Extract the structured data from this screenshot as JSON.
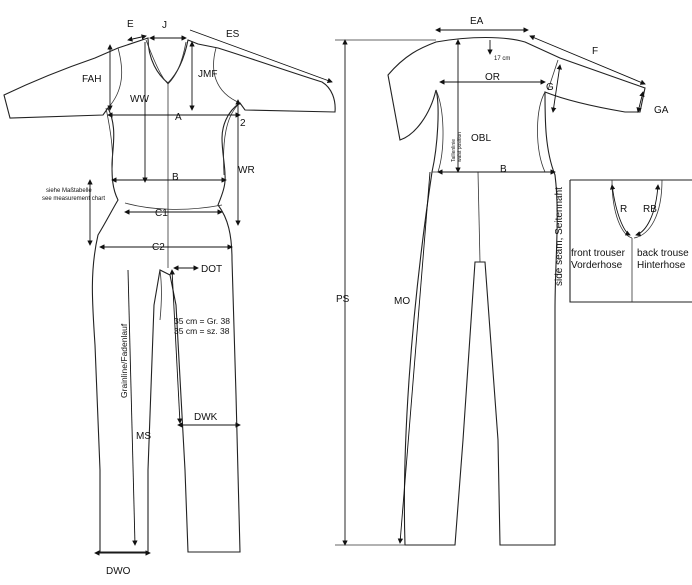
{
  "labels": {
    "E": "E",
    "J": "J",
    "ES": "ES",
    "FAH": "FAH",
    "WW": "WW",
    "JMF": "JMF",
    "A": "A",
    "n2": "2",
    "B": "B",
    "WR": "WR",
    "C1": "C1",
    "C2": "C2",
    "DOT": "DOT",
    "MS": "MS",
    "DWK": "DWK",
    "DWO": "DWO",
    "EA": "EA",
    "F": "F",
    "OR": "OR",
    "G": "G",
    "GA": "GA",
    "OBL": "OBL",
    "B2": "B",
    "MO": "MO",
    "PS": "PS",
    "R": "R",
    "RB": "RB",
    "cm17": "17 cm",
    "grainline": "Grainline/Fadenlauf",
    "gr38_de": "35 cm = Gr. 38",
    "gr38_en": "35 cm = sz. 38",
    "measure_de": "siehe Maßtabelle",
    "measure_en": "see measurement chart",
    "taille_de": "Taillenlinie",
    "taille_en": "waist position",
    "side_seam": "side seam, Seitennaht",
    "front_en": "front trouser",
    "front_de": "Vorderhose",
    "back_en": "back trouse",
    "back_de": "Hinterhose"
  }
}
